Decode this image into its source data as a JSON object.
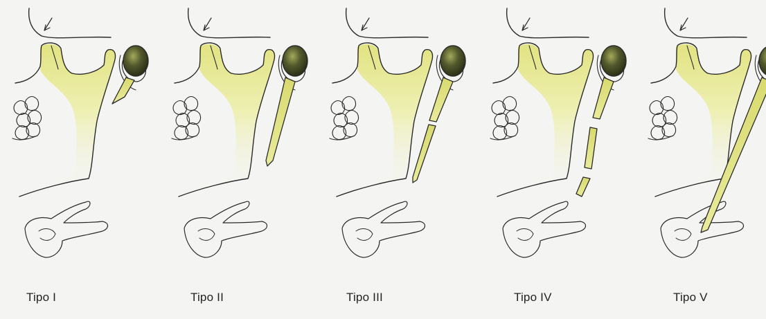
{
  "panels": [
    {
      "id": "tipo-1",
      "label": "Tipo I",
      "process_type": "short-tip"
    },
    {
      "id": "tipo-2",
      "label": "Tipo II",
      "process_type": "elongated-continuous"
    },
    {
      "id": "tipo-3",
      "label": "Tipo III",
      "process_type": "elongated-one-joint"
    },
    {
      "id": "tipo-4",
      "label": "Tipo IV",
      "process_type": "segmented-multiple"
    },
    {
      "id": "tipo-5",
      "label": "Tipo V",
      "process_type": "fully-calcified-to-hyoid"
    }
  ],
  "colors": {
    "background": "#f4f4f2",
    "line": "#2a2a2a",
    "bone_fill": "#e2e382",
    "bone_light": "#f6f6d6",
    "condyle_dark": "#3f4522",
    "label": "#222222"
  }
}
